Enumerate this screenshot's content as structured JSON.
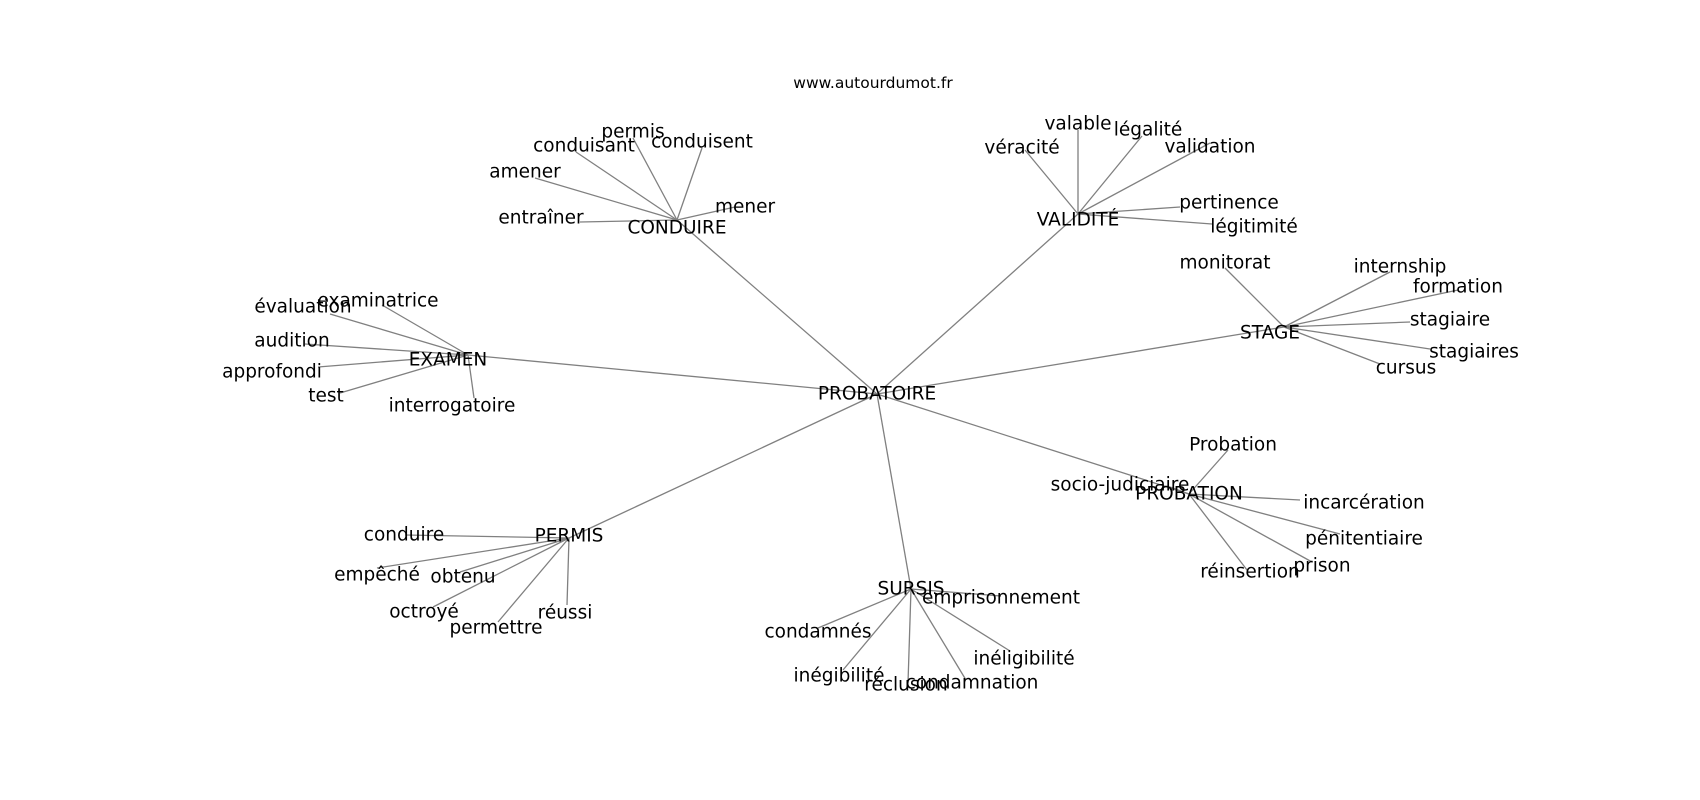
{
  "site_label": "www.autourdumot.fr",
  "graph": {
    "center": "PROBATOIRE",
    "branches": [
      {
        "hub": "CONDUIRE",
        "leaves": [
          "permis",
          "conduisent",
          "conduisant",
          "amener",
          "mener",
          "entraîner"
        ]
      },
      {
        "hub": "VALIDITÉ",
        "leaves": [
          "valable",
          "légalité",
          "validation",
          "véracité",
          "pertinence",
          "légitimité"
        ]
      },
      {
        "hub": "EXAMEN",
        "leaves": [
          "examinatrice",
          "évaluation",
          "audition",
          "approfondi",
          "test",
          "interrogatoire"
        ]
      },
      {
        "hub": "STAGE",
        "leaves": [
          "monitorat",
          "internship",
          "formation",
          "stagiaire",
          "stagiaires",
          "cursus"
        ]
      },
      {
        "hub": "PROBATION",
        "leaves": [
          "Probation",
          "socio-judiciaire",
          "incarcération",
          "pénitentiaire",
          "prison",
          "réinsertion"
        ]
      },
      {
        "hub": "PERMIS",
        "leaves": [
          "conduire",
          "empêché",
          "obtenu",
          "octroyé",
          "permettre",
          "réussi"
        ]
      },
      {
        "hub": "SURSIS",
        "leaves": [
          "emprisonnement",
          "condamnés",
          "inéligibilité",
          "inégibilité",
          "réclusion",
          "condamnation"
        ]
      }
    ]
  }
}
